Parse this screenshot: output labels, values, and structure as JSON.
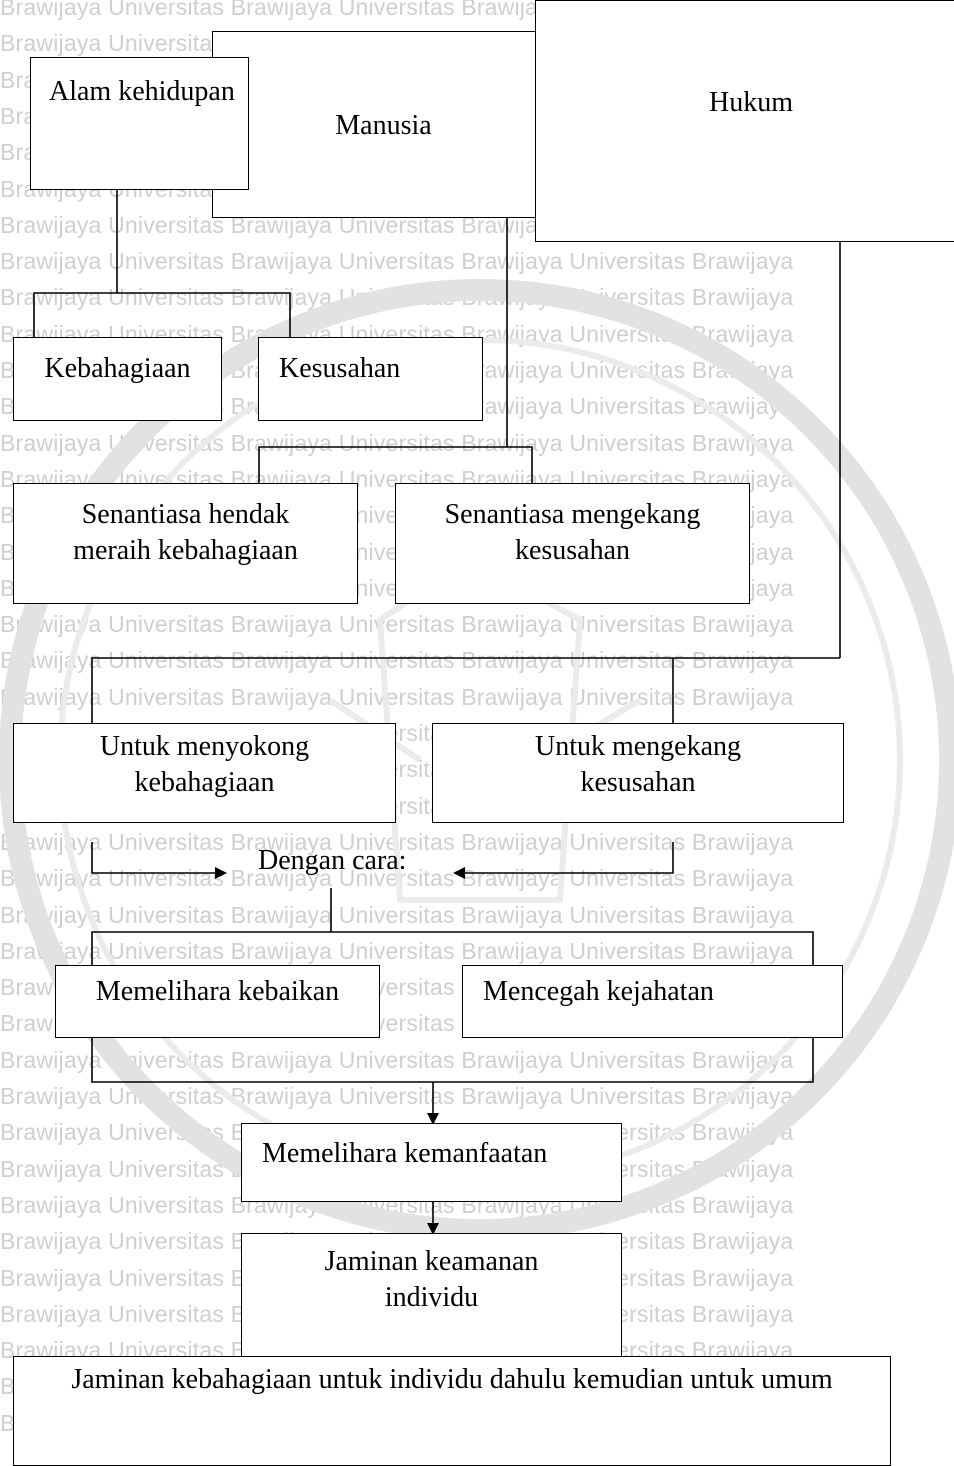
{
  "watermark": {
    "word_a": "Brawijaya",
    "word_b": "Universitas Brawijaya",
    "color": "#cfcfcf"
  },
  "diagram": {
    "alam": "Alam kehidupan",
    "manusia": "Manusia",
    "hukum": "Hukum",
    "kebahagiaan": "Kebahagiaan",
    "kesusahan": "Kesusahan",
    "meraih": "Senantiasa hendak meraih kebahagiaan",
    "mengekang": "Senantiasa mengekang kesusahan",
    "menyokong": "Untuk menyokong kebahagiaan",
    "untuk_mengekang": "Untuk mengekang kesusahan",
    "dengan_cara": "Dengan cara:",
    "kebaikan": "Memelihara kebaikan",
    "kejahatan": "Mencegah kejahatan",
    "kemanfaatan": "Memelihara kemanfaatan",
    "keamanan": "Jaminan keamanan individu",
    "jaminan_akhir": "Jaminan kebahagiaan untuk individu dahulu kemudian untuk umum"
  }
}
